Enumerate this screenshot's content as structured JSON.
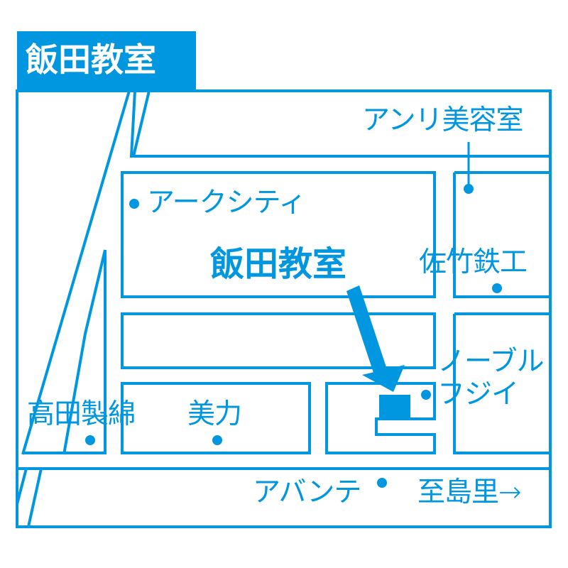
{
  "title_tab": {
    "text": "飯田教室"
  },
  "map_title": {
    "text": "飯田教室"
  },
  "colors": {
    "line": "#0097e0",
    "tab_bg": "#0097e0",
    "tab_text": "#ffffff",
    "background": "#ffffff"
  },
  "landmarks": {
    "anri_biyoshitsu": "アンリ美容室",
    "arc_city": "アークシティ",
    "sata_tekko": "佐竹鉄工",
    "noble_fuji_line1": "ノーブル",
    "noble_fuji_line2": "フジイ",
    "takada_seimen": "高田製綿",
    "biryoku": "美力",
    "avante": "アバンテ",
    "direction": "至島里→"
  },
  "icons": {
    "marker": "dot-marker-icon",
    "pointer": "arrow-pointer-icon",
    "school": "school-marker-icon"
  }
}
